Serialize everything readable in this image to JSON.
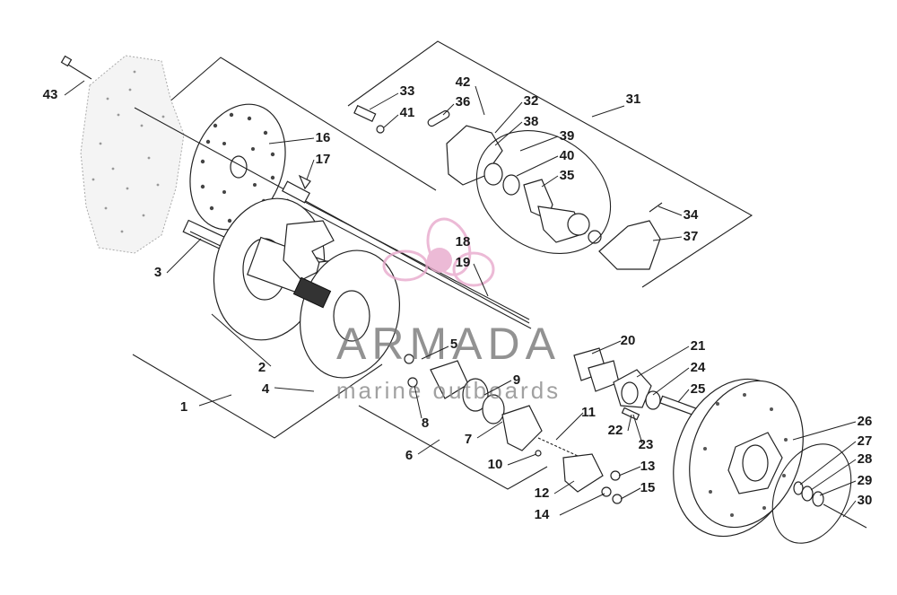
{
  "watermark": {
    "brand": "ARMADA",
    "tagline": "marine outboards",
    "color": "#e8a9cc"
  },
  "callouts": [
    {
      "id": "c1",
      "label": "1"
    },
    {
      "id": "c2",
      "label": "2"
    },
    {
      "id": "c3",
      "label": "3"
    },
    {
      "id": "c4",
      "label": "4"
    },
    {
      "id": "c5",
      "label": "5"
    },
    {
      "id": "c6",
      "label": "6"
    },
    {
      "id": "c7",
      "label": "7"
    },
    {
      "id": "c8",
      "label": "8"
    },
    {
      "id": "c9",
      "label": "9"
    },
    {
      "id": "c10",
      "label": "10"
    },
    {
      "id": "c11",
      "label": "11"
    },
    {
      "id": "c12",
      "label": "12"
    },
    {
      "id": "c13",
      "label": "13"
    },
    {
      "id": "c14",
      "label": "14"
    },
    {
      "id": "c15",
      "label": "15"
    },
    {
      "id": "c16",
      "label": "16"
    },
    {
      "id": "c17",
      "label": "17"
    },
    {
      "id": "c18",
      "label": "18"
    },
    {
      "id": "c19",
      "label": "19"
    },
    {
      "id": "c20",
      "label": "20"
    },
    {
      "id": "c21",
      "label": "21"
    },
    {
      "id": "c22",
      "label": "22"
    },
    {
      "id": "c23",
      "label": "23"
    },
    {
      "id": "c24",
      "label": "24"
    },
    {
      "id": "c25",
      "label": "25"
    },
    {
      "id": "c26",
      "label": "26"
    },
    {
      "id": "c27",
      "label": "27"
    },
    {
      "id": "c28",
      "label": "28"
    },
    {
      "id": "c29",
      "label": "29"
    },
    {
      "id": "c30",
      "label": "30"
    },
    {
      "id": "c31",
      "label": "31"
    },
    {
      "id": "c32",
      "label": "32"
    },
    {
      "id": "c33",
      "label": "33"
    },
    {
      "id": "c34",
      "label": "34"
    },
    {
      "id": "c35",
      "label": "35"
    },
    {
      "id": "c36",
      "label": "36"
    },
    {
      "id": "c37",
      "label": "37"
    },
    {
      "id": "c38",
      "label": "38"
    },
    {
      "id": "c39",
      "label": "39"
    },
    {
      "id": "c40",
      "label": "40"
    },
    {
      "id": "c41",
      "label": "41"
    },
    {
      "id": "c42",
      "label": "42"
    },
    {
      "id": "c43",
      "label": "43"
    }
  ]
}
